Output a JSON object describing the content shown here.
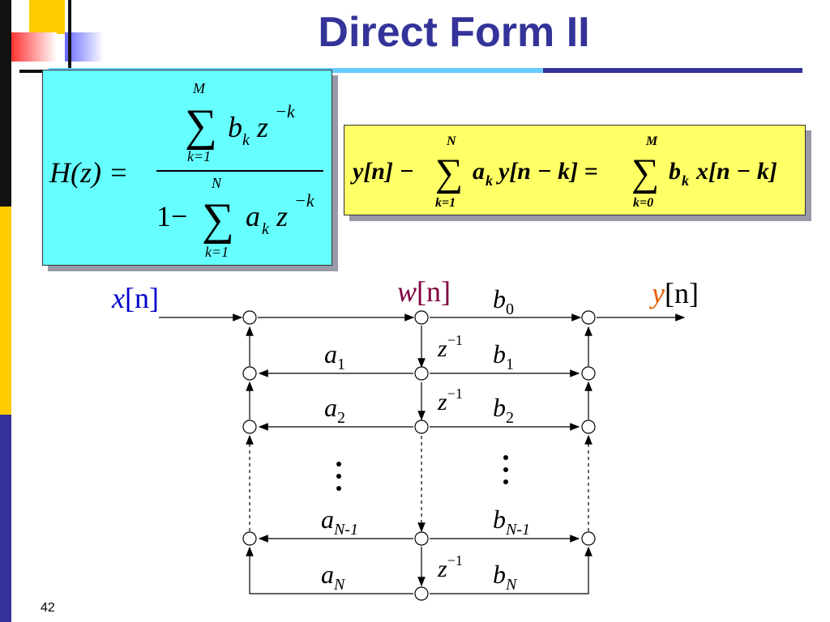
{
  "slide": {
    "title": "Direct Form II",
    "page_number": "42"
  },
  "formula_transfer": {
    "lhs": "H(z) =",
    "num_sum_upper": "M",
    "num_sum_lower": "k=1",
    "num_term": "b",
    "num_sub": "k",
    "num_z": "z",
    "num_exp": "−k",
    "den_prefix": "1−",
    "den_sum_upper": "N",
    "den_sum_lower": "k=1",
    "den_term": "a",
    "den_sub": "k",
    "den_z": "z",
    "den_exp": "−k"
  },
  "formula_difference": {
    "part1": "y[n] −",
    "sum1_upper": "N",
    "sum1_lower": "k=1",
    "term1": "a",
    "term1_sub": "k",
    "part2": "y[n − k] =",
    "sum2_upper": "M",
    "sum2_lower": "k=0",
    "term2": "b",
    "term2_sub": "k",
    "part3": "x[n − k]"
  },
  "diagram": {
    "input_var": "x",
    "input_idx": "[n]",
    "mid_var": "w",
    "mid_idx": "[n]",
    "output_var": "y",
    "output_idx": "[n]",
    "delay_base": "z",
    "delay_exp": "−1",
    "a1": "a",
    "a1_sub": "1",
    "a2": "a",
    "a2_sub": "2",
    "aN1": "a",
    "aN1_sub": "N-1",
    "aN": "a",
    "aN_sub": "N",
    "b0": "b",
    "b0_sub": "0",
    "b1": "b",
    "b1_sub": "1",
    "b2": "b",
    "b2_sub": "2",
    "bN1": "b",
    "bN1_sub": "N-1",
    "bN": "b",
    "bN_sub": "N"
  },
  "colors": {
    "title": "#333399",
    "input": "#0000cc",
    "mid": "#800040",
    "output": "#e65c00",
    "cyan_box": "#66ffff",
    "yellow_box": "#ffff66"
  }
}
